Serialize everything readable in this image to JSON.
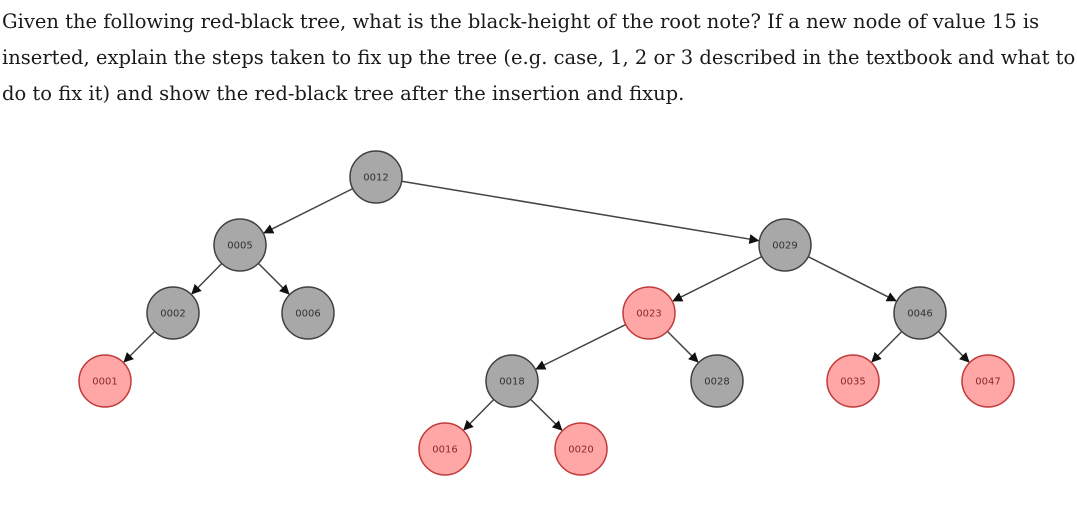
{
  "question": {
    "lines": [
      "Given the following red-black tree, what is the black-height of the root note? If a new node of value 15 is",
      "inserted, explain the steps taken to fix up the tree (e.g. case, 1, 2 or 3 described in the textbook and what to",
      "do to fix it) and show the red-black tree after the insertion and fixup."
    ]
  },
  "colors": {
    "black_fill": "#a8a8a8",
    "black_stroke": "#404040",
    "black_text": "#333333",
    "red_fill": "#ffa6a6",
    "red_stroke": "#c03a3a",
    "red_text": "#8b2a2a",
    "edge": "#444444"
  },
  "tree": {
    "nodes": [
      {
        "id": "n12",
        "label": "0012",
        "color": "black"
      },
      {
        "id": "n5",
        "label": "0005",
        "color": "black"
      },
      {
        "id": "n29",
        "label": "0029",
        "color": "black"
      },
      {
        "id": "n2",
        "label": "0002",
        "color": "black"
      },
      {
        "id": "n6",
        "label": "0006",
        "color": "black"
      },
      {
        "id": "n23",
        "label": "0023",
        "color": "red"
      },
      {
        "id": "n46",
        "label": "0046",
        "color": "black"
      },
      {
        "id": "n1",
        "label": "0001",
        "color": "red"
      },
      {
        "id": "n18",
        "label": "0018",
        "color": "black"
      },
      {
        "id": "n28",
        "label": "0028",
        "color": "black"
      },
      {
        "id": "n35",
        "label": "0035",
        "color": "red"
      },
      {
        "id": "n47",
        "label": "0047",
        "color": "red"
      },
      {
        "id": "n16",
        "label": "0016",
        "color": "red"
      },
      {
        "id": "n20",
        "label": "0020",
        "color": "red"
      }
    ],
    "edges": [
      {
        "from": "n12",
        "to": "n5"
      },
      {
        "from": "n12",
        "to": "n29"
      },
      {
        "from": "n5",
        "to": "n2"
      },
      {
        "from": "n5",
        "to": "n6"
      },
      {
        "from": "n2",
        "to": "n1"
      },
      {
        "from": "n29",
        "to": "n23"
      },
      {
        "from": "n29",
        "to": "n46"
      },
      {
        "from": "n23",
        "to": "n18"
      },
      {
        "from": "n23",
        "to": "n28"
      },
      {
        "from": "n18",
        "to": "n16"
      },
      {
        "from": "n18",
        "to": "n20"
      },
      {
        "from": "n46",
        "to": "n35"
      },
      {
        "from": "n46",
        "to": "n47"
      }
    ]
  }
}
